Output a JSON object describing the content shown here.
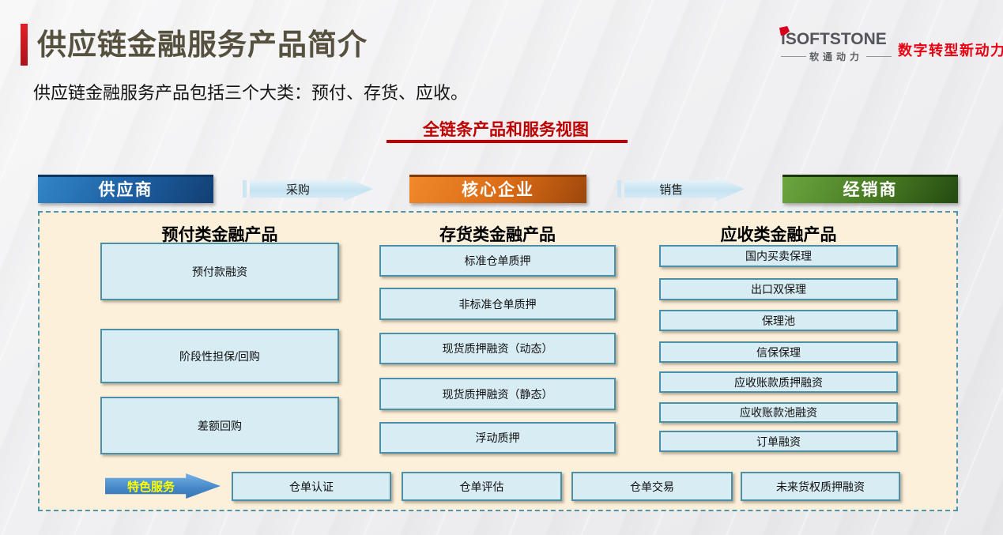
{
  "header": {
    "title": "供应链金融服务产品简介",
    "subtitle": "供应链金融服务产品包括三个大类：预付、存货、应收。",
    "section_title": "全链条产品和服务视图",
    "logo": {
      "brand": "iSOFTSTONE",
      "brand_cn": "软通动力",
      "slogan": "数字转型新动力"
    }
  },
  "flow": {
    "nodes": [
      {
        "label": "供应商",
        "color": "#1c5da0"
      },
      {
        "label": "核心企业",
        "color": "#d96a15"
      },
      {
        "label": "经销商",
        "color": "#477a22"
      }
    ],
    "arrows": [
      {
        "label": "采购"
      },
      {
        "label": "销售"
      }
    ]
  },
  "panel": {
    "columns": [
      {
        "header": "预付类金融产品",
        "items": [
          "预付款融资",
          "阶段性担保/回购",
          "差额回购"
        ]
      },
      {
        "header": "存货类金融产品",
        "items": [
          "标准仓单质押",
          "非标准仓单质押",
          "现货质押融资（动态）",
          "现货质押融资（静态）",
          "浮动质押"
        ]
      },
      {
        "header": "应收类金融产品",
        "items": [
          "国内买卖保理",
          "出口双保理",
          "保理池",
          "信保保理",
          "应收账款质押融资",
          "应收账款池融资",
          "订单融资"
        ]
      }
    ],
    "special": {
      "arrow_label": "特色服务",
      "items": [
        "仓单认证",
        "仓单评估",
        "仓单交易",
        "未来货权质押融资"
      ]
    }
  },
  "colors": {
    "accent_red": "#c00000",
    "title_text": "#56503e",
    "panel_bg": "#fcf0da",
    "panel_border": "#4d96ad",
    "box_fill": "#d8ecf4",
    "box_border": "#4a90a8",
    "flow_arrow_fill": "#c6e3f1",
    "special_arrow_fill": "#4486c6",
    "special_arrow_text": "#ffff00",
    "slogan_red": "#e60012"
  }
}
